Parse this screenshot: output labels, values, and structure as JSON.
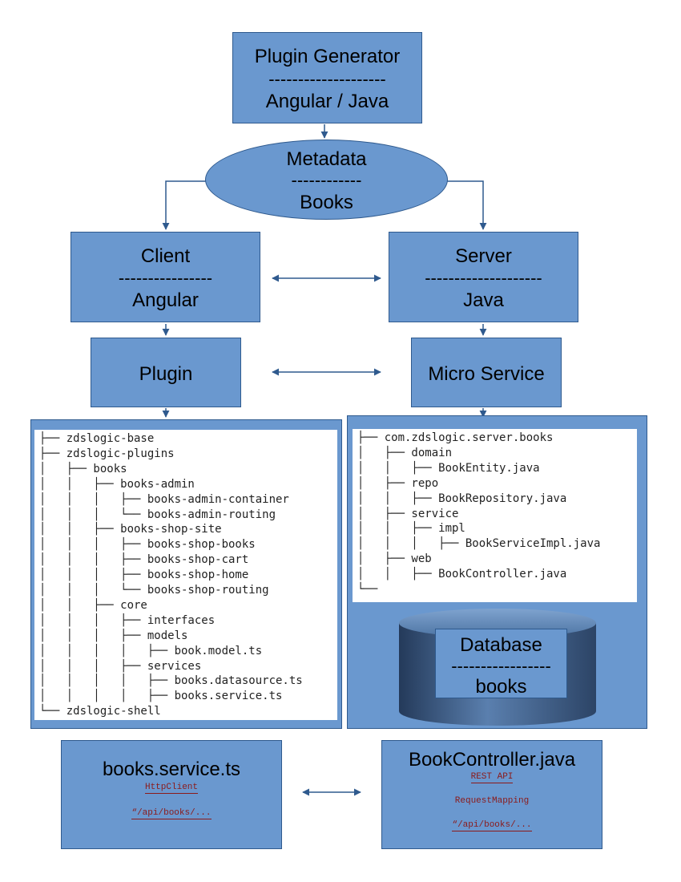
{
  "generator": {
    "title": "Plugin Generator",
    "separator": "--------------------",
    "subtitle": "Angular / Java"
  },
  "metadata": {
    "title": "Metadata",
    "separator": "------------",
    "subtitle": "Books"
  },
  "client": {
    "title": "Client",
    "separator": "----------------",
    "subtitle": "Angular"
  },
  "server": {
    "title": "Server",
    "separator": "--------------------",
    "subtitle": "Java"
  },
  "plugin": {
    "title": "Plugin"
  },
  "microservice": {
    "title": "Micro Service"
  },
  "client_tree": [
    "├── zdslogic-base",
    "├── zdslogic-plugins",
    "│   ├── books",
    "│   │   ├── books-admin",
    "│   │   │   ├── books-admin-container",
    "│   │   │   └── books-admin-routing",
    "│   │   ├── books-shop-site",
    "│   │   │   ├── books-shop-books",
    "│   │   │   ├── books-shop-cart",
    "│   │   │   ├── books-shop-home",
    "│   │   │   └── books-shop-routing",
    "│   │   ├── core",
    "│   │   │   ├── interfaces",
    "│   │   │   ├── models",
    "│   │   │   │   ├── book.model.ts",
    "│   │   │   ├── services",
    "│   │   │   │   ├── books.datasource.ts",
    "│   │   │   │   ├── books.service.ts",
    "└── zdslogic-shell"
  ],
  "server_tree": [
    "├── com.zdslogic.server.books",
    "│   ├── domain",
    "│   │   ├── BookEntity.java",
    "│   ├── repo",
    "│   │   ├── BookRepository.java",
    "│   ├── service",
    "│   │   ├── impl",
    "│   │   │   ├── BookServiceImpl.java",
    "│   ├── web",
    "│   │   ├── BookController.java",
    "└──"
  ],
  "database": {
    "title": "Database",
    "separator": "-----------------",
    "subtitle": "books"
  },
  "service_ts": {
    "title": "books.service.ts",
    "line1": "HttpClient",
    "line2": "“/api/books/..."
  },
  "controller": {
    "title": "BookController.java",
    "line1": "REST API",
    "line2": "RequestMapping",
    "line3": "“/api/books/..."
  },
  "colors": {
    "box_fill": "#6a98cf",
    "box_border": "#2f5a8e",
    "arrow": "#2f5a8e",
    "db_dark": "#243a5a",
    "db_light": "#7fa3cf"
  }
}
